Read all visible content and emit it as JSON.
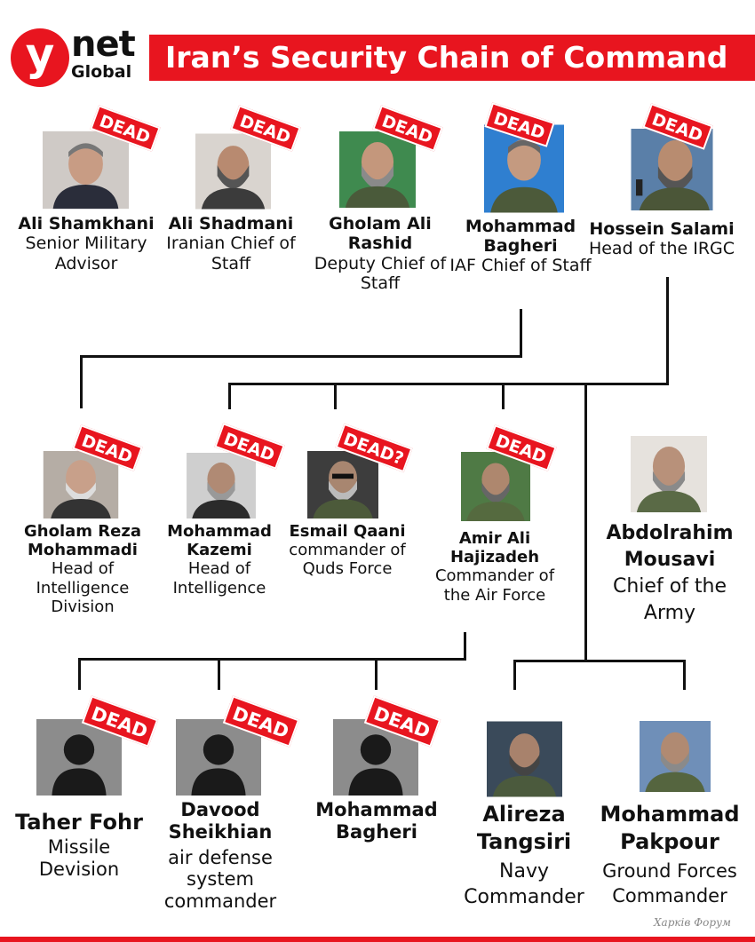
{
  "header": {
    "logo_y": "y",
    "logo_net": "net",
    "logo_global": "Global",
    "title": "Iran’s Security Chain of Command"
  },
  "tags": {
    "dead": "DEAD",
    "dead_uncertain": "DEAD?"
  },
  "colors": {
    "brand_red": "#e8151f",
    "text": "#111111",
    "line": "#111111"
  },
  "row1": [
    {
      "name": "Ali Shamkhani",
      "role": "Senior Military Advisor",
      "status": "DEAD"
    },
    {
      "name": "Ali Shadmani",
      "role": "Iranian Chief of Staff",
      "status": "DEAD"
    },
    {
      "name": "Gholam Ali Rashid",
      "role": "Deputy Chief of Staff",
      "status": "DEAD"
    },
    {
      "name": "Mohammad Bagheri",
      "role": "IAF Chief of Staff",
      "status": "DEAD"
    },
    {
      "name": "Hossein Salami",
      "role": "Head of the IRGC",
      "status": "DEAD"
    }
  ],
  "row2": [
    {
      "name": "Gholam Reza Mohammadi",
      "role": "Head of Intelligence Division",
      "status": "DEAD"
    },
    {
      "name": "Mohammad Kazemi",
      "role": "Head of Intelligence",
      "status": "DEAD"
    },
    {
      "name": "Esmail Qaani",
      "role": "commander of Quds Force",
      "status": "DEAD?"
    },
    {
      "name": "Amir Ali Hajizadeh",
      "role": "Commander of the Air Force",
      "status": "DEAD"
    },
    {
      "name": "Abdolrahim Mousavi",
      "role": "Chief of the Army",
      "status": ""
    }
  ],
  "row3": [
    {
      "name": "Taher Fohr",
      "role": "Missile Devision",
      "status": "DEAD"
    },
    {
      "name": "Davood Sheikhian",
      "role": "air defense system commander",
      "status": "DEAD"
    },
    {
      "name": "Mohammad Bagheri",
      "role": "",
      "status": "DEAD"
    },
    {
      "name": "Alireza Tangsiri",
      "role": "Navy Commander",
      "status": ""
    },
    {
      "name": "Mohammad Pakpour",
      "role": "Ground Forces Commander",
      "status": ""
    }
  ],
  "watermark": "Харків Форум"
}
